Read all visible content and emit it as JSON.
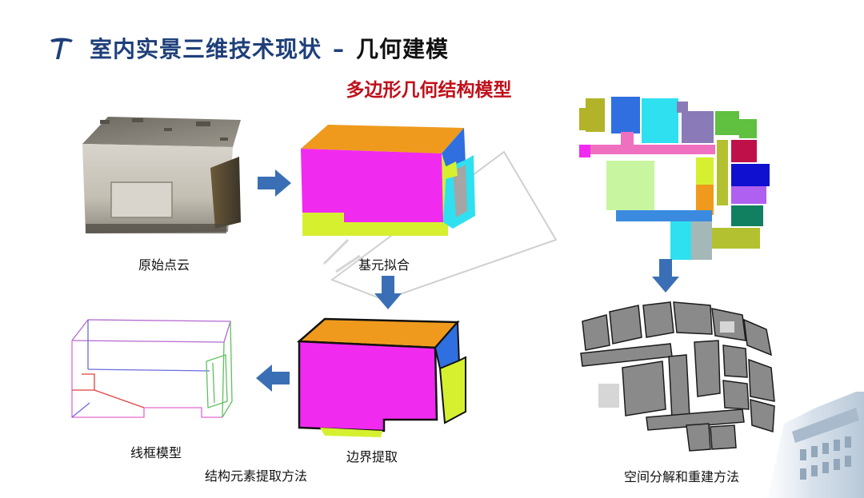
{
  "header": {
    "title_main": "室内实景三维技术现状",
    "title_dash": "–",
    "title_sub": "几何建模"
  },
  "subtitle": "多边形几何结构模型",
  "captions": {
    "point_cloud": "原始点云",
    "primitive_fit": "基元拟合",
    "wireframe": "线框模型",
    "boundary": "边界提取",
    "structure_method": "结构元素提取方法",
    "space_method": "空间分解和重建方法"
  },
  "colors": {
    "title_blue": "#1e3f7a",
    "subtitle_red": "#c0101a",
    "arrow_blue": "#3a6fb5",
    "magenta": "#f12af0",
    "orange": "#ef9a1d",
    "blue_face": "#2f6fe0",
    "lime": "#d6f030",
    "gray_block": "#8a8a8a"
  }
}
